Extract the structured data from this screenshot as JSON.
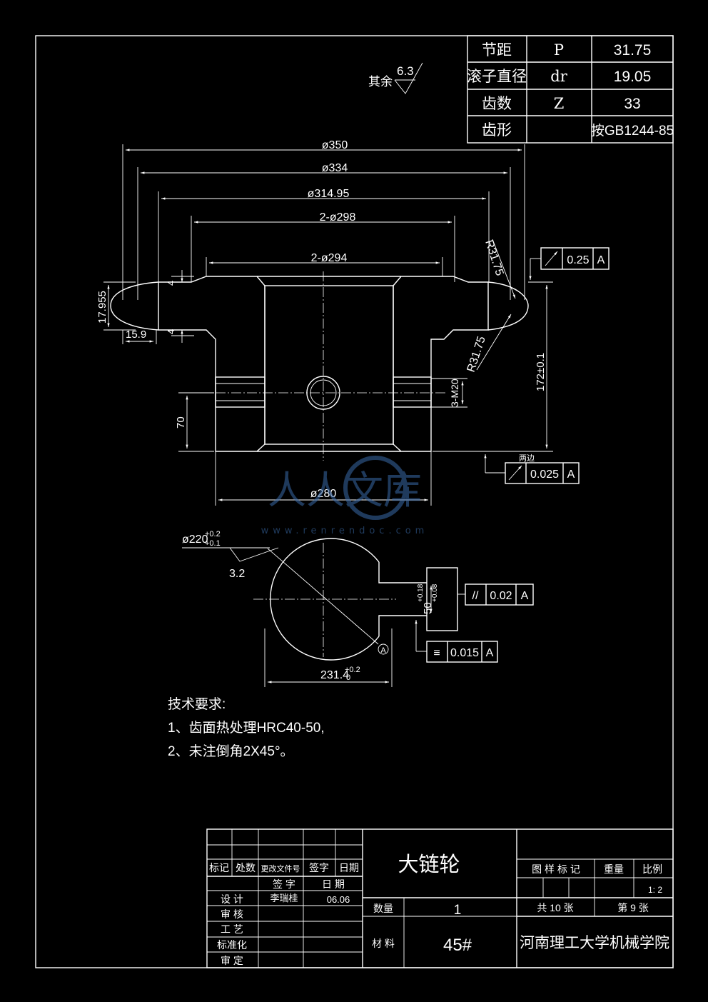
{
  "params_table": {
    "rows": [
      {
        "label": "节距",
        "symbol": "P",
        "value": "31.75"
      },
      {
        "label": "滚子直径",
        "symbol": "dr",
        "value": "19.05"
      },
      {
        "label": "齿数",
        "symbol": "Z",
        "value": "33"
      },
      {
        "label": "齿形",
        "symbol": "",
        "value": "按GB1244-85"
      }
    ]
  },
  "surface_finish": {
    "prefix": "其余",
    "value": "6.3"
  },
  "dimensions": {
    "d350": "ø350",
    "d334": "ø334",
    "d314": "ø314.95",
    "d298": "2-ø298",
    "d294": "2-ø294",
    "d280": "ø280",
    "r_top": "R31.75",
    "r_bot": "R31.75",
    "width_17": "17.955",
    "width_15": "15.9",
    "chamfer_top": "4",
    "chamfer_bot": "4",
    "h70": "70",
    "h172": "172±0.1",
    "m20": "3-M20",
    "d220": "ø220",
    "d220_tol_up": "+0.2",
    "d220_tol_lo": "+0.1",
    "key_width": "50",
    "key_tol_up": "+0.18",
    "key_tol_lo": "+0.08",
    "d231": "231.4",
    "d231_tol_up": "+0.2",
    "d231_tol_lo": "0",
    "rough_hub": "3.2",
    "datum_label": "A",
    "both_sides": "两边"
  },
  "tolerances": {
    "runout_top": {
      "symbol": "↗",
      "value": "0.25",
      "datum": "A"
    },
    "runout_bot": {
      "symbol": "↗",
      "value": "0.025",
      "datum": "A"
    },
    "parallel": {
      "symbol": "//",
      "value": "0.02",
      "datum": "A"
    },
    "symmetry": {
      "symbol": "≡",
      "value": "0.015",
      "datum": "A"
    }
  },
  "requirements": {
    "title": "技术要求:",
    "items": [
      "1、齿面热处理HRC40-50,",
      "2、未注倒角2X45°。"
    ]
  },
  "title_block": {
    "header": [
      "标记",
      "处数",
      "更改文件号",
      "签字",
      "日期"
    ],
    "sign_header": [
      "签 字",
      "日 期"
    ],
    "rows": [
      {
        "role": "设 计",
        "name": "李瑞桂",
        "date": "06.06"
      },
      {
        "role": "审 核",
        "name": "",
        "date": ""
      },
      {
        "role": "工 艺",
        "name": "",
        "date": ""
      },
      {
        "role": "标准化",
        "name": "",
        "date": ""
      },
      {
        "role": "审 定",
        "name": "",
        "date": ""
      }
    ],
    "part_name": "大链轮",
    "qty_label": "数量",
    "qty_value": "1",
    "material_label": "材 料",
    "material_value": "45#",
    "drawing_mark": "图 样 标 记",
    "weight": "重量",
    "scale_label": "比例",
    "scale_value": "1: 2",
    "total_sheets": "共 10 张",
    "sheet_no": "第 9 张",
    "school": "河南理工大学机械学院"
  },
  "watermark": {
    "text": "人人文库",
    "url": "www.renrendoc.com"
  }
}
